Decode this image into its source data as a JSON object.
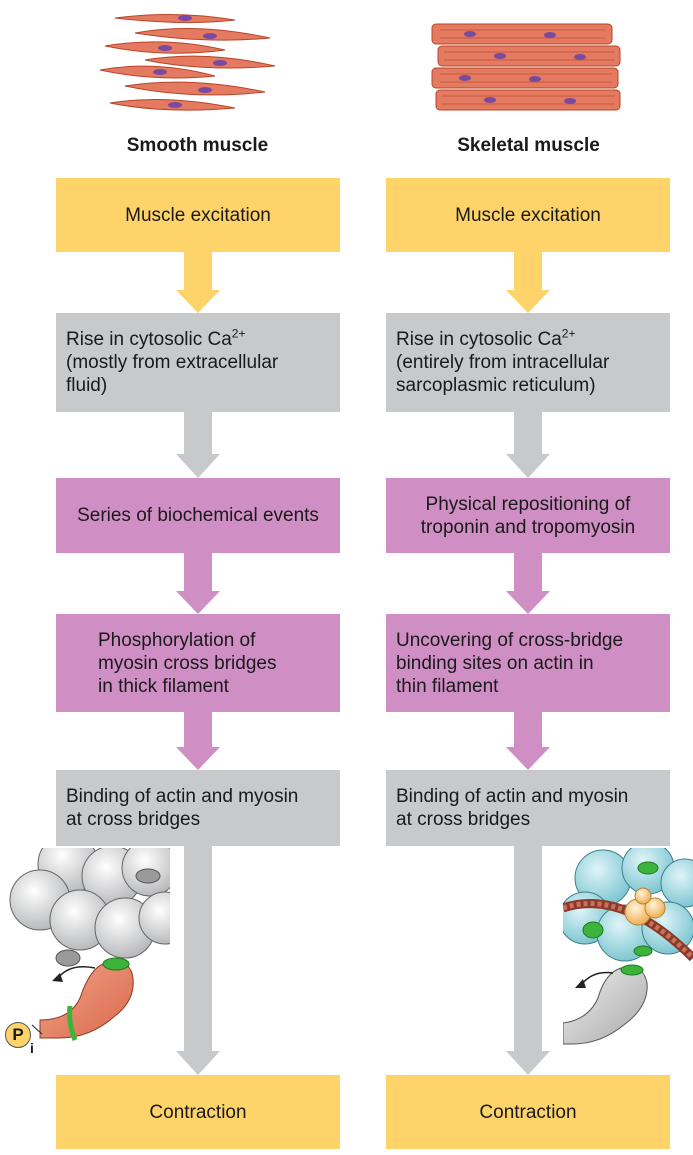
{
  "columns": {
    "smooth": {
      "title": "Smooth muscle",
      "steps": [
        {
          "text": "Muscle excitation"
        },
        {
          "text": "Rise in cytosolic Ca",
          "sup": "2+",
          "text2": "(mostly from extracellular",
          "text3": "fluid)"
        },
        {
          "text": "Series of biochemical events"
        },
        {
          "text": "Phosphorylation of",
          "text2": "myosin cross bridges",
          "text3": "in thick filament"
        },
        {
          "text": "Binding of actin and myosin",
          "text2": "at cross bridges"
        },
        {
          "text": "Contraction"
        }
      ],
      "phosphate_label": "P",
      "phosphate_sub": "i"
    },
    "skeletal": {
      "title": "Skeletal muscle",
      "steps": [
        {
          "text": "Muscle excitation"
        },
        {
          "text": "Rise in cytosolic Ca",
          "sup": "2+",
          "text2": "(entirely from intracellular",
          "text3": "sarcoplasmic reticulum)"
        },
        {
          "text": "Physical repositioning of",
          "text2": "troponin and tropomyosin"
        },
        {
          "text": "Uncovering of cross-bridge",
          "text2": "binding sites on actin in",
          "text3": "thin filament"
        },
        {
          "text": "Binding of actin and myosin",
          "text2": "at cross bridges"
        },
        {
          "text": "Contraction"
        }
      ]
    }
  },
  "colors": {
    "yellow": "#fdd36a",
    "gray": "#c8c9cb",
    "pink": "#cf8ec4",
    "arrow_yellow": "#fdd36a",
    "arrow_gray": "#c8c9cb",
    "arrow_pink": "#cf8ec4"
  }
}
